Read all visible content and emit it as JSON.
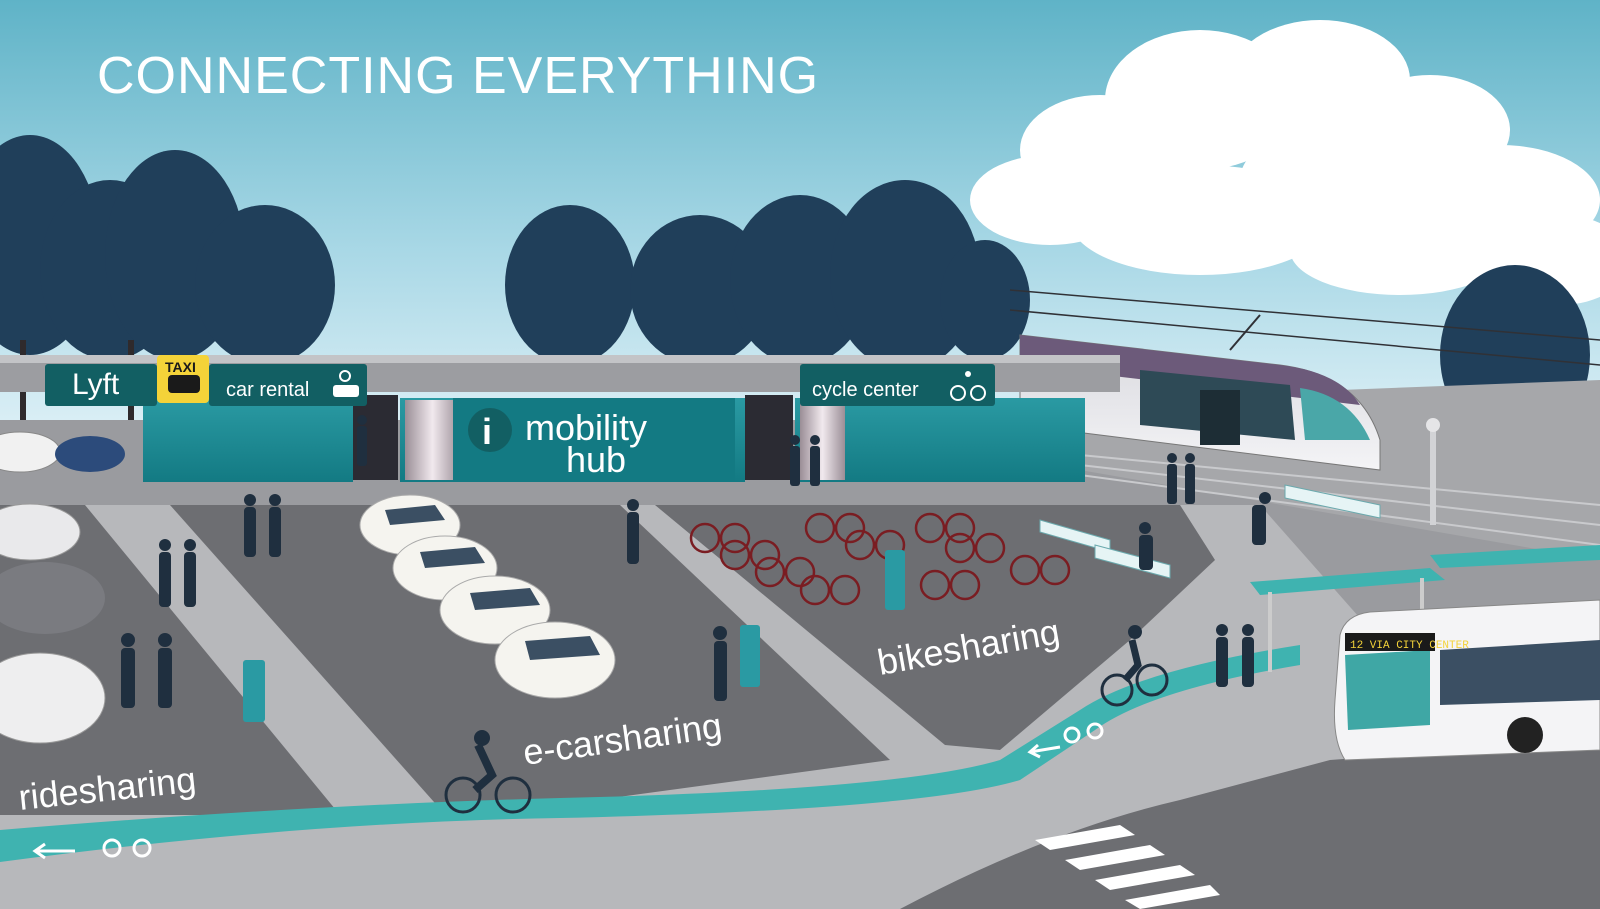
{
  "title": "CONNECTING EVERYTHING",
  "signs": {
    "lyft": "Lyft",
    "taxi": "TAXI",
    "car_rental": "car rental",
    "info_symbol": "i",
    "mobility_hub_line1": "mobility",
    "mobility_hub_line2": "hub",
    "cycle_center": "cycle center"
  },
  "zones": {
    "ridesharing": "ridesharing",
    "ecarsharing": "e-carsharing",
    "bikesharing": "bikesharing"
  },
  "bus_destination": "12 VIA CITY CENTER",
  "colors": {
    "sky_top": "#5fb3c7",
    "sky_bottom": "#cfe9f2",
    "teal_building": "#1f8c96",
    "sign_dark": "#125f63",
    "bike_lane": "#3fb3b0",
    "asphalt": "#6d6e72",
    "sidewalk": "#b7b8bb",
    "trees": "#203f5a"
  }
}
